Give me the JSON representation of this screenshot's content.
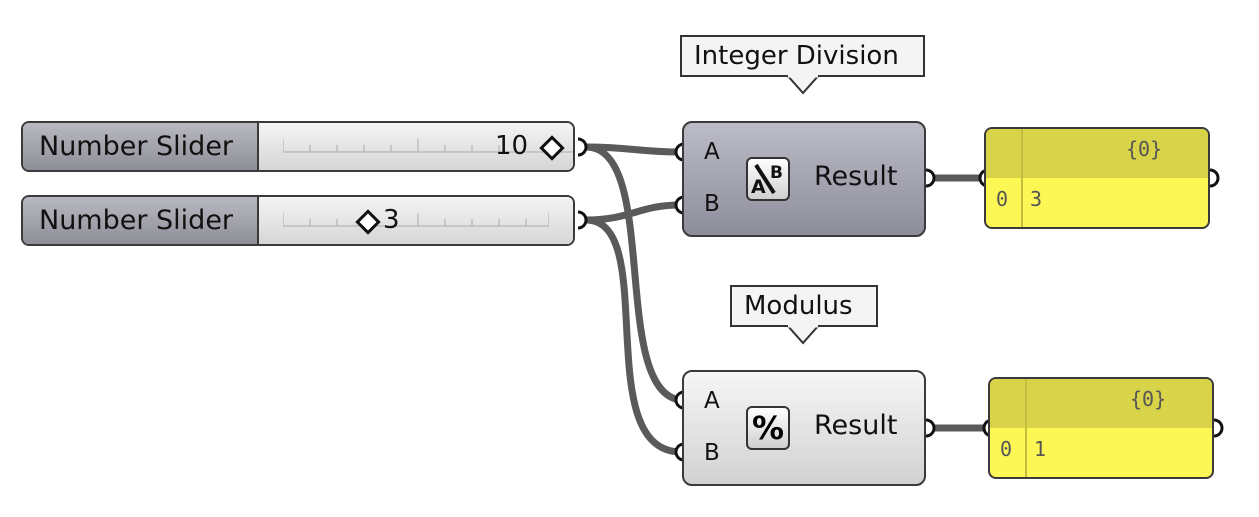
{
  "sliders": [
    {
      "label": "Number Slider",
      "value": "10"
    },
    {
      "label": "Number Slider",
      "value": "3"
    }
  ],
  "components": {
    "division": {
      "title": "Integer Division",
      "input_a": "A",
      "input_b": "B",
      "output": "Result",
      "icon": "integer-division-icon"
    },
    "modulus": {
      "title": "Modulus",
      "input_a": "A",
      "input_b": "B",
      "output": "Result",
      "icon": "percent-icon",
      "icon_text": "%"
    }
  },
  "panels": [
    {
      "path": "{0}",
      "index": "0",
      "value": "3"
    },
    {
      "path": "{0}",
      "index": "0",
      "value": "1"
    }
  ],
  "colors": {
    "panel": "#fdf756",
    "panel_header": "#d9d34a",
    "wire": "#555555",
    "component_dark": "#a3a3b0"
  }
}
